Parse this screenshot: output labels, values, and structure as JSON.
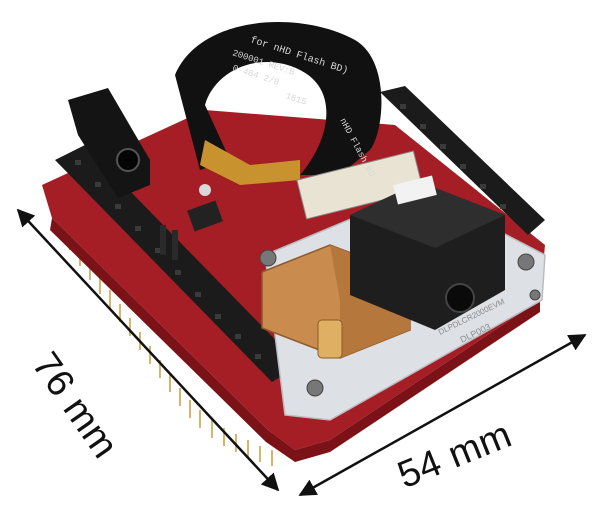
{
  "dimensions": {
    "length_label": "76 mm",
    "width_label": "54 mm"
  },
  "board_text": {
    "cable_line_1": "for nHD Flash BD)",
    "cable_line_2": "200001 REV:B",
    "cable_line_3": "0-484 2/8",
    "cable_line_4": "1615",
    "cable_side": "nHD Flash BD",
    "model": "DLPDLCR2000EVM",
    "module": "DLP003"
  },
  "colors": {
    "pcb": "#b3232a",
    "header": "#1b1b1b",
    "copper": "#c98b4e",
    "plate": "#dcdfe3",
    "background": "#ffffff"
  }
}
